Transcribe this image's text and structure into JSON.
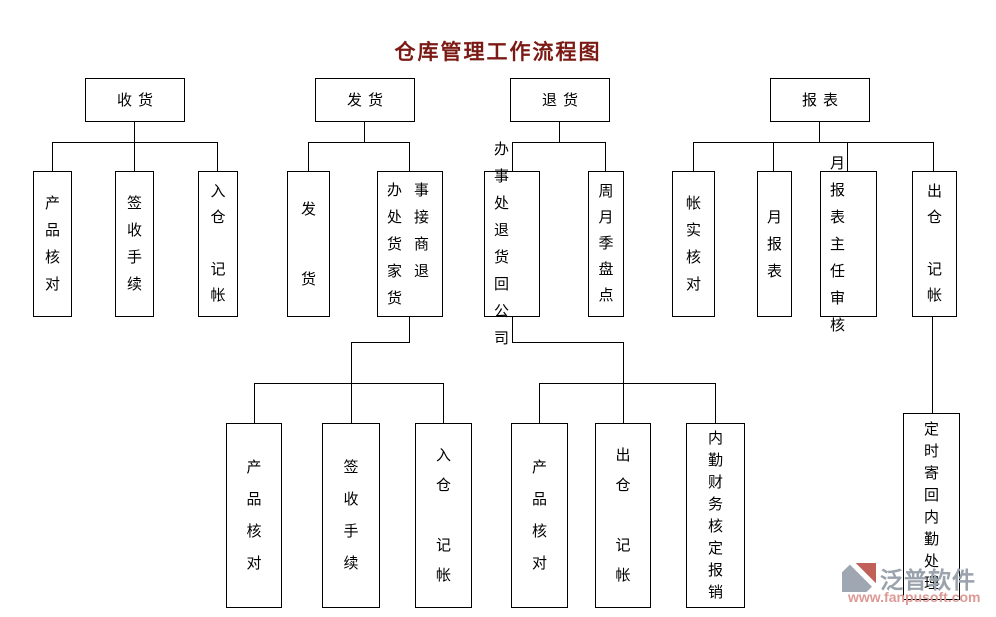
{
  "title": "仓库管理工作流程图",
  "accent_color": "#7b1a14",
  "line_color": "#000000",
  "nodes": {
    "receive": {
      "label": "收货"
    },
    "ship": {
      "label": "发货"
    },
    "return": {
      "label": "退货"
    },
    "report": {
      "label": "报表"
    },
    "receive_check": {
      "label": "产\n品\n核\n对"
    },
    "receive_sign": {
      "label": "签\n收\n手\n续"
    },
    "receive_inbook": {
      "label": "入\n仓\n\n记\n帐"
    },
    "ship_dispatch": {
      "label": "发\n\n货"
    },
    "ship_office_return": {
      "label": "办事\n处接\n货商\n家退\n货"
    },
    "return_office": {
      "label": "办事\n处退\n货回\n公司"
    },
    "return_inventory": {
      "label": "周\n月\n季\n盘\n点"
    },
    "report_verify": {
      "label": "帐\n实\n核\n对"
    },
    "report_monthly": {
      "label": "月\n报\n表"
    },
    "report_review": {
      "label": "月报\n表主\n任审\n核"
    },
    "report_outbook": {
      "label": "出\n仓\n\n记\n帐"
    },
    "ship_check": {
      "label": "产\n品\n核\n对"
    },
    "ship_sign": {
      "label": "签\n收\n手\n续"
    },
    "ship_inbook": {
      "label": "入\n仓\n\n记\n帐"
    },
    "return_check": {
      "label": "产\n品\n核\n对"
    },
    "return_outbook": {
      "label": "出\n仓\n\n记\n帐"
    },
    "return_finance": {
      "label": "内\n勤\n财\n务\n核\n定\n报\n销"
    },
    "report_mailback": {
      "label": "定\n时\n寄\n回\n内\n勤\n处\n理"
    }
  },
  "watermark": {
    "brand": "泛普软件",
    "url": "www.fanpusoft.com",
    "brand_color": "#9aa2ac",
    "url_color": "#dc9a96",
    "logo_red": "#b5443b",
    "logo_gray": "#8d97a5"
  }
}
